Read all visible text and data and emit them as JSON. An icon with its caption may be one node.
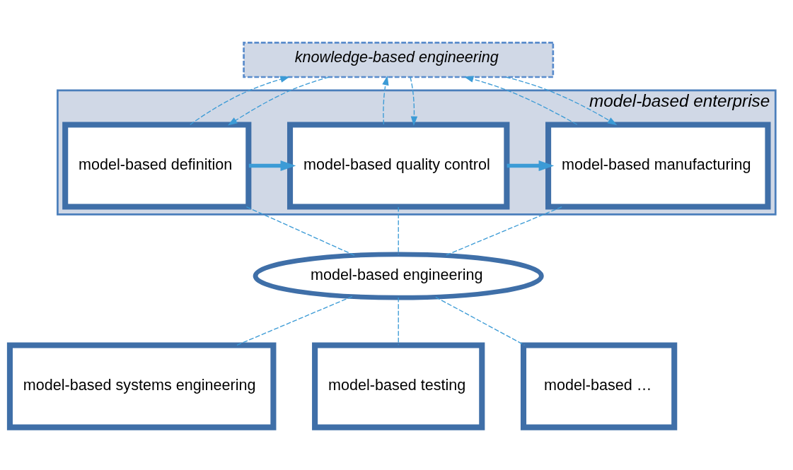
{
  "diagram": {
    "nodes": [
      {
        "text": [
          "knowledge-based engineering"
        ]
      },
      {
        "text": [
          "model-based enterprise"
        ]
      },
      {
        "text": [
          "model-based definition"
        ],
        "in": 1
      },
      {
        "text": [
          "model-based quality control"
        ],
        "in": 1
      },
      {
        "text": [
          "model-based manufacturing"
        ],
        "in": 1
      },
      {
        "text": [
          "model-based engineering"
        ]
      },
      {
        "text": [
          "model-based systems engineering"
        ]
      },
      {
        "text": [
          "model-based testing"
        ]
      },
      {
        "text": [
          "model-based …"
        ]
      }
    ],
    "edges": [
      {
        "from": 2,
        "to": 0,
        "arrow": "to",
        "style": "dashed"
      },
      {
        "from": 0,
        "to": 2,
        "arrow": "to",
        "style": "dashed"
      },
      {
        "from": 3,
        "to": 0,
        "arrow": "to",
        "style": "dashed"
      },
      {
        "from": 0,
        "to": 3,
        "arrow": "to",
        "style": "dashed"
      },
      {
        "from": 4,
        "to": 0,
        "arrow": "to",
        "style": "dashed"
      },
      {
        "from": 0,
        "to": 4,
        "arrow": "to",
        "style": "dashed"
      },
      {
        "from": 2,
        "to": 3,
        "arrow": "to",
        "style": "thick"
      },
      {
        "from": 3,
        "to": 4,
        "arrow": "to",
        "style": "thick"
      },
      {
        "from": 2,
        "to": 5,
        "arrow": "none",
        "style": "dashed"
      },
      {
        "from": 3,
        "to": 5,
        "arrow": "none",
        "style": "dashed"
      },
      {
        "from": 4,
        "to": 5,
        "arrow": "none",
        "style": "dashed"
      },
      {
        "from": 5,
        "to": 6,
        "arrow": "none",
        "style": "dashed"
      },
      {
        "from": 5,
        "to": 7,
        "arrow": "none",
        "style": "dashed"
      },
      {
        "from": 5,
        "to": 8,
        "arrow": "none",
        "style": "dashed"
      }
    ]
  }
}
